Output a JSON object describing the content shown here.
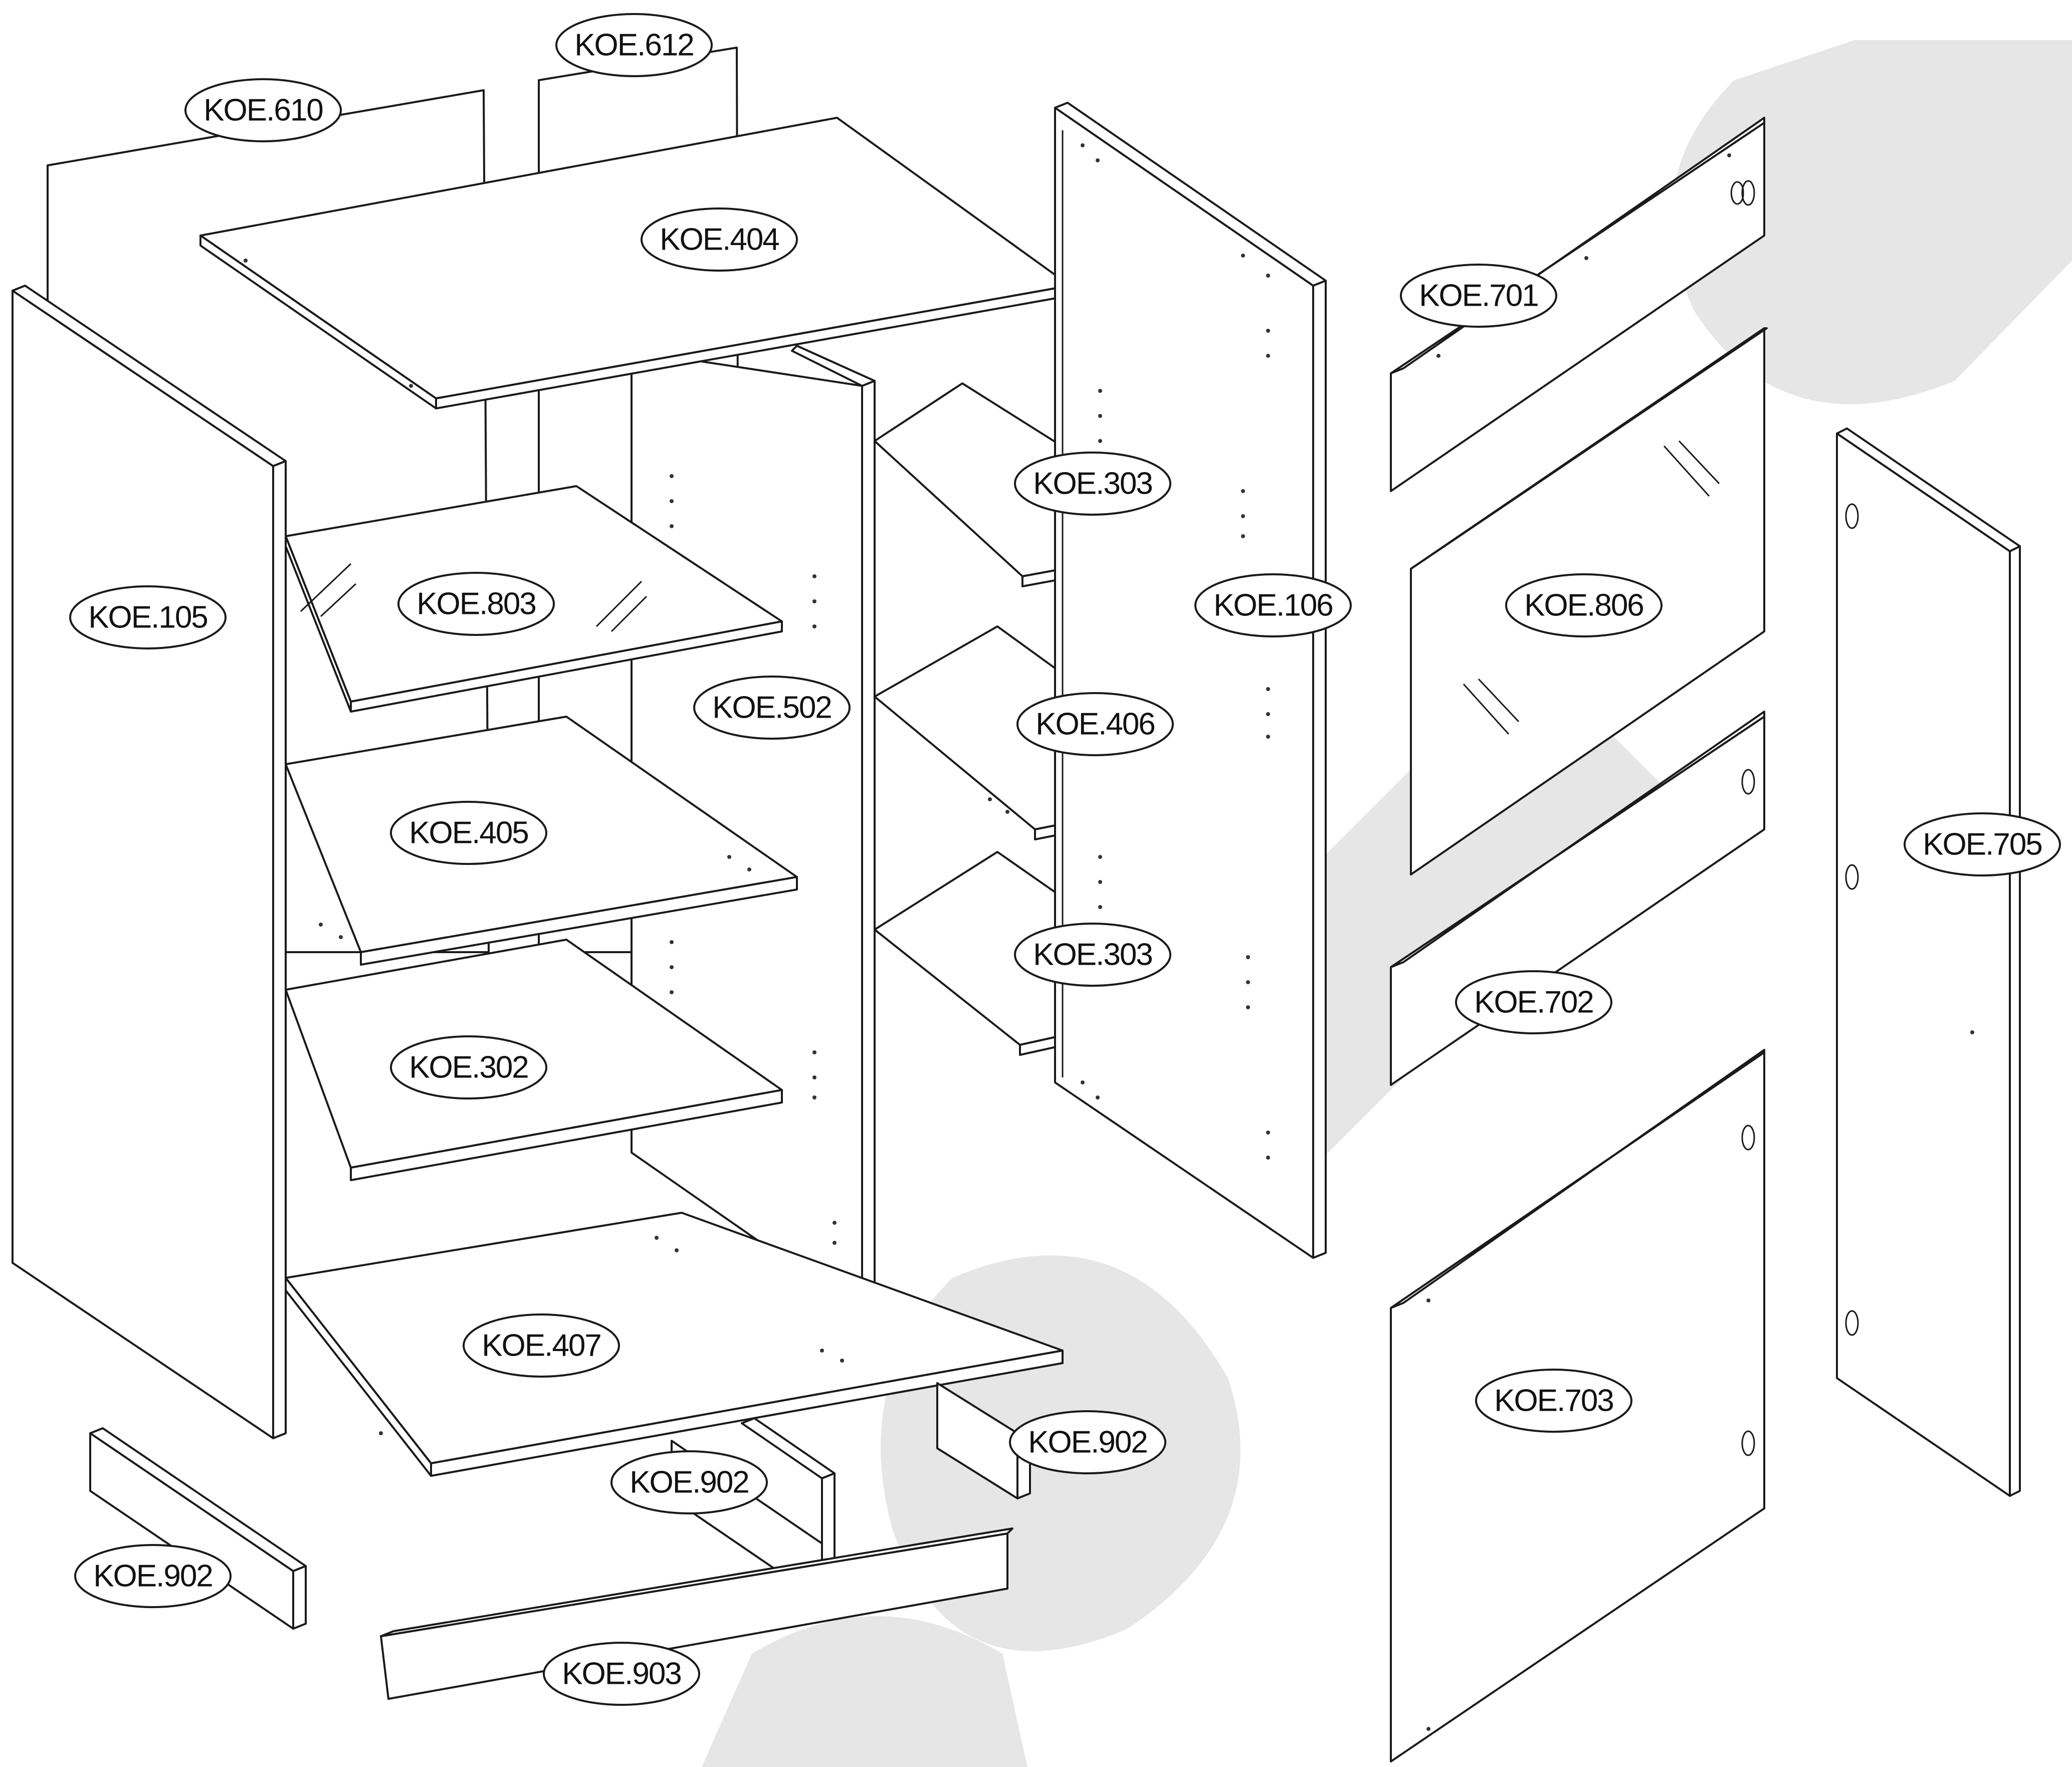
{
  "labels": {
    "koe610": "KOE.610",
    "koe612": "KOE.612",
    "koe404": "KOE.404",
    "koe105": "KOE.105",
    "koe803": "KOE.803",
    "koe502": "KOE.502",
    "koe303_top": "KOE.303",
    "koe406": "KOE.406",
    "koe303_bottom": "KOE.303",
    "koe106": "KOE.106",
    "koe405": "KOE.405",
    "koe302": "KOE.302",
    "koe407": "KOE.407",
    "koe902_left": "KOE.902",
    "koe902_center": "KOE.902",
    "koe902_right": "KOE.902",
    "koe903": "KOE.903",
    "koe701": "KOE.701",
    "koe806": "KOE.806",
    "koe702": "KOE.702",
    "koe705": "KOE.705",
    "koe703": "KOE.703"
  },
  "colors": {
    "line": "#1a1a1a",
    "watermark": "#e6e6e6"
  }
}
